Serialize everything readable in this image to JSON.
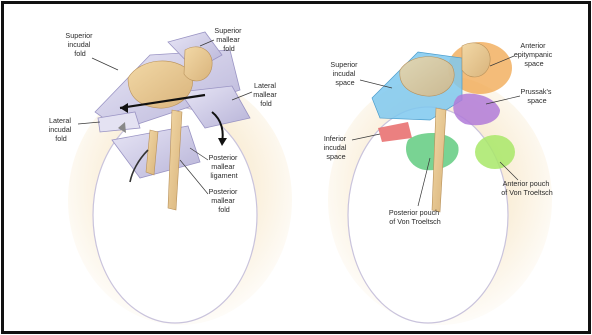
{
  "left_panel": {
    "labels": {
      "superior_incudal_fold": [
        "Superior",
        "incudal",
        "fold"
      ],
      "superior_mallear_fold": [
        "Superior",
        "mallear",
        "fold"
      ],
      "lateral_mallear_fold": [
        "Lateral",
        "mallear",
        "fold"
      ],
      "lateral_incudal_fold": [
        "Lateral",
        "incudal",
        "fold"
      ],
      "posterior_mallear_ligament": [
        "Posterior",
        "mallear",
        "ligament"
      ],
      "posterior_mallear_fold": [
        "Posterior",
        "mallear",
        "fold"
      ]
    }
  },
  "right_panel": {
    "labels": {
      "superior_incudal_space": [
        "Superior",
        "incudal",
        "space"
      ],
      "anterior_epitympanic_space": [
        "Anterior",
        "epitympanic",
        "space"
      ],
      "prussaks_space": [
        "Prussak's",
        "space"
      ],
      "inferior_incudal_space": [
        "Inferior",
        "incudal",
        "space"
      ],
      "anterior_pouch": [
        "Anterior pouch",
        "of Von Troeltsch"
      ],
      "posterior_pouch": [
        "Posterior pouch",
        "of Von Troeltsch"
      ]
    },
    "colors": {
      "superior_incudal_space": "#7ec8ee",
      "anterior_epitympanic_space": "#f0a040",
      "prussaks_space": "#b07ad8",
      "inferior_incudal_space": "#e86a6a",
      "anterior_pouch": "#a8e868",
      "posterior_pouch": "#58c878"
    }
  }
}
